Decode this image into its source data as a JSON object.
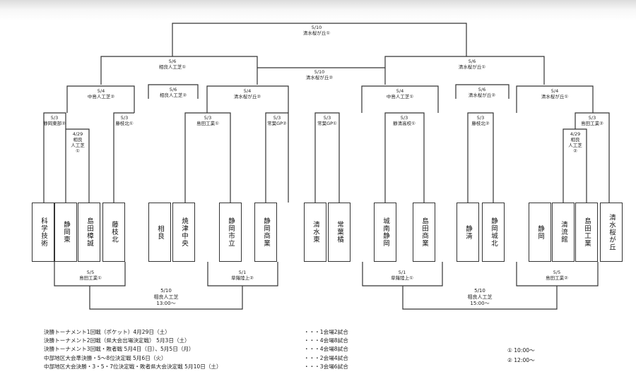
{
  "final": {
    "date": "5/10",
    "venue": "清水桜が丘①"
  },
  "third_place": {
    "date": "5/10",
    "venue": "清水桜が丘②"
  },
  "semis": [
    {
      "date": "5/6",
      "venue": "相良人工芝①"
    },
    {
      "date": "5/6",
      "venue": "清水桜が丘①"
    }
  ],
  "repechage_left": {
    "date": "5/6",
    "venue": "相良人工芝②"
  },
  "repechage_right": {
    "date": "5/6",
    "venue": "清水桜が丘②"
  },
  "quarters": [
    {
      "date": "5/4",
      "venue": "中島人工芝②"
    },
    {
      "date": "5/4",
      "venue": "清水桜が丘②"
    },
    {
      "date": "5/4",
      "venue": "中島人工芝①"
    },
    {
      "date": "5/4",
      "venue": "清水桜が丘①"
    }
  ],
  "round2": [
    {
      "date": "5/3",
      "venue": "静岡東部②"
    },
    {
      "date": "5/3",
      "venue": "藤枝北①"
    },
    {
      "date": "5/3",
      "venue": "島田工業①"
    },
    {
      "date": "5/3",
      "venue": "常葉GP②"
    },
    {
      "date": "5/3",
      "venue": "常葉GP①"
    },
    {
      "date": "5/3",
      "venue": "静清高校①"
    },
    {
      "date": "5/3",
      "venue": "藤枝北②"
    },
    {
      "date": "5/3",
      "venue": "島田工業②"
    }
  ],
  "pocket_left": {
    "date": "4/29",
    "venue": "相良",
    "venue2": "人工芝",
    "slot": "①"
  },
  "pocket_right": {
    "date": "4/29",
    "venue": "相良",
    "venue2": "人工芝",
    "slot": "②"
  },
  "teams": [
    "科学技術",
    "静岡東",
    "島田樟誠",
    "藤枝北",
    "相良",
    "焼津中央",
    "静岡市立",
    "静岡商業",
    "清水東",
    "常葉橘",
    "城南静岡",
    "島田商業",
    "静清",
    "静岡城北",
    "静岡",
    "清流館",
    "島田工業",
    "清水桜が丘"
  ],
  "lower_matches": [
    {
      "date": "5/5",
      "venue": "島田工業①"
    },
    {
      "date": "5/1",
      "venue": "草薙陸上②"
    },
    {
      "date": "5/1",
      "venue": "草薙陸上①"
    },
    {
      "date": "5/5",
      "venue": "島田工業②"
    }
  ],
  "lower_finals": [
    {
      "date": "5/10",
      "venue": "相良人工芝",
      "time": "13:00〜"
    },
    {
      "date": "5/10",
      "venue": "相良人工芝",
      "time": "15:00〜"
    }
  ],
  "notes": [
    "決勝トーナメント1回戦（ポケット）4月29日（土）",
    "決勝トーナメント2回戦（県大会出場決定戦） 5月3日（土）",
    "決勝トーナメント3回戦・敗者戦 5月4日（日）、5月5日（月）",
    "中部地区大会準決勝・5〜8位決定戦 5月6日（火）",
    "中部地区大会決勝・3・5・7位決定戦・敗者県大会決定戦 5月10日（土）"
  ],
  "note_counts": [
    "・・・1会場2試合",
    "・・・4会場8試合",
    "・・・4会場8試合",
    "・・・2会場4試合",
    "・・・3会場6試合"
  ],
  "legend": [
    "① 10:00〜",
    "② 12:00〜"
  ]
}
